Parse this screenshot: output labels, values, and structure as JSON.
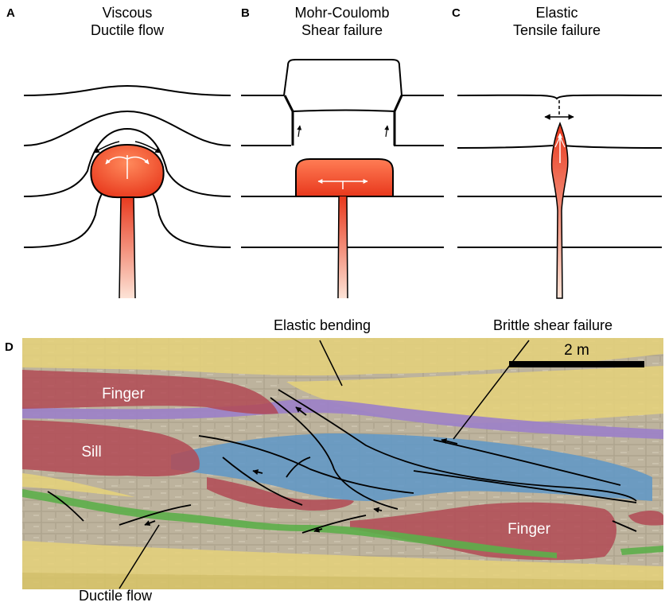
{
  "panels": {
    "a": {
      "letter": "A",
      "title_line1": "Viscous",
      "title_line2": "Ductile flow"
    },
    "b": {
      "letter": "B",
      "title_line1": "Mohr-Coulomb",
      "title_line2": "Shear failure"
    },
    "c": {
      "letter": "C",
      "title_line1": "Elastic",
      "title_line2": "Tensile failure"
    },
    "d": {
      "letter": "D",
      "annotations": {
        "elastic_bending": "Elastic bending",
        "brittle_shear": "Brittle shear failure",
        "ductile_flow": "Ductile flow",
        "scale": "2 m"
      },
      "units": {
        "finger_upper": "Finger",
        "sill": "Sill",
        "finger_lower": "Finger"
      }
    }
  },
  "colors": {
    "magma": "#e8381c",
    "magma_light": "#f6b59c",
    "yellow_layer": "#e6d27a",
    "purple_layer": "#9b7fc9",
    "blue_layer": "#5e97c8",
    "green_layer": "#5cae4a",
    "red_intrusion": "#b24a55",
    "host_rock": "#b9ad93"
  }
}
